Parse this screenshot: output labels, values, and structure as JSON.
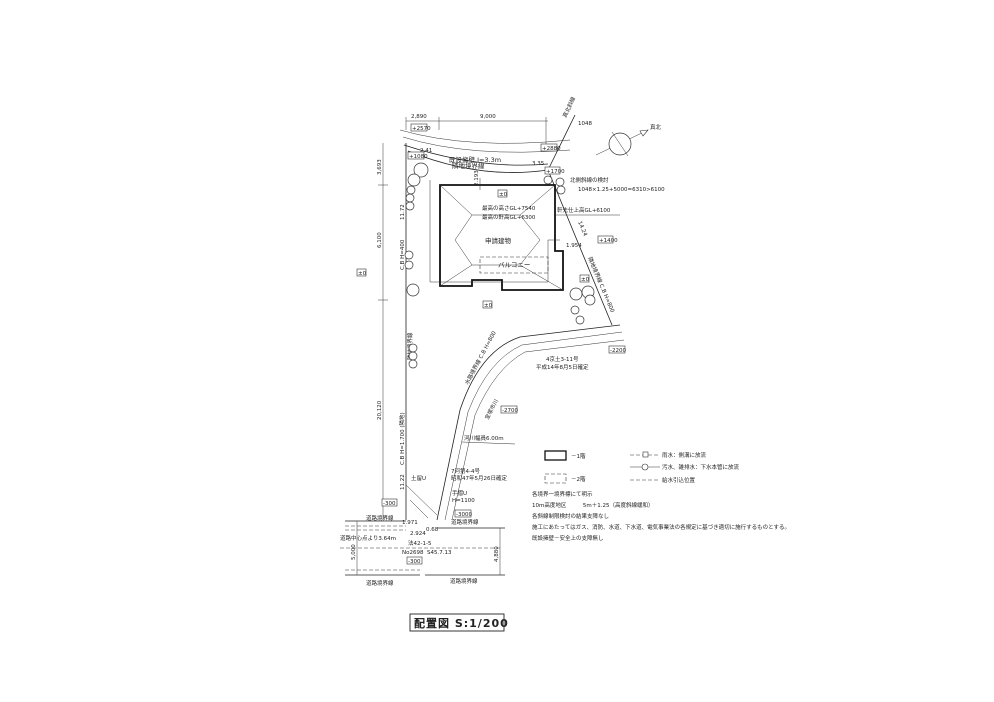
{
  "title": "配置図 S:1/200",
  "dimensions": {
    "top_left": "2,890",
    "top_right": "9,000",
    "left_upper": "3,693",
    "left_mid": "6,100",
    "left_lower": "20,120",
    "d_241": "2.41",
    "d_335": "3.35",
    "d_2193": "2.193",
    "d_1954": "1.954",
    "d_1172": "11.72",
    "d_1122": "11.22",
    "d_1424": "14.24",
    "d_2924": "2.924",
    "d_1971": "1.971",
    "d_068": "0.68",
    "d_5000": "5,000",
    "d_4880": "4,880"
  },
  "levels": {
    "l2570": "+2570",
    "l2880": "+2880",
    "l1080": "+1080",
    "l1700": "+1700",
    "l1400": "+1400",
    "l0a": "±0",
    "l0b": "±0",
    "l0c": "±0",
    "l0d": "±0",
    "m2200": "-2200",
    "m2700": "-2700",
    "m3000a": "-3000",
    "m300a": "-300",
    "m300b": "-300"
  },
  "labels": {
    "true_north": "真北",
    "north_slope_line": "真北斜線",
    "retaining_wall": "既設擁壁 I=3.3m",
    "adjacent_boundary": "隣地境界線",
    "north_check_title": "北側斜線の検討",
    "north_check_formula": "1048×1.25+5000=6310>6100",
    "max_height": "最高の高さGL+7540",
    "max_eave": "最高の軒高GL+6300",
    "eave_finish": "軒先仕上高GL+6100",
    "building": "申請建物",
    "balcony": "バルコニー",
    "cb_left": "C.B H=400",
    "cb_right": "隣地境界線 C.B H=800",
    "adjacent_boundary_left": "隣地境界線",
    "cb_lower_left": "C.B H=1.700 (隣地)",
    "waterway_boundary": "水路境界線 C.B H=800",
    "river_permit_1": "4京土3-11号",
    "river_permit_2": "平成14年8月5日確定",
    "river_name": "宝塚市川",
    "river_width": "河川幅員6.00m",
    "permit2_1": "7河第4-4号",
    "permit2_2": "昭和47年5月26日確定",
    "retaining_u": "土留U",
    "handrail_1": "手摺U",
    "handrail_2": "H=1100",
    "road_boundary_1": "道路境界線",
    "road_boundary_2": "道路境界線",
    "road_boundary_3": "道路境界線",
    "road_boundary_4": "道路境界線",
    "road_center": "道路中心点より3.64m",
    "law": "法42-1-5",
    "road_no": "No2698",
    "road_date": "S45.7.13",
    "val_1048": "1048"
  },
  "legend": {
    "floor1": "－1階",
    "floor2": "－2階",
    "rain": "雨水：側溝に放流",
    "sewage": "汚水、雑排水：下水本管に放流",
    "water": "給水引込位置"
  },
  "notes": [
    "各境界一境界標にて明示",
    "10m高度地区　　　5m＋1.25（高度斜線緩和）",
    "各斜線制限検討の結果支障なし",
    "施工にあたってはガス、消防、水道、下水道、電気事業法の各規定に基づき適切に施行するものとする。",
    "既設擁壁－安全上の支障無し"
  ]
}
